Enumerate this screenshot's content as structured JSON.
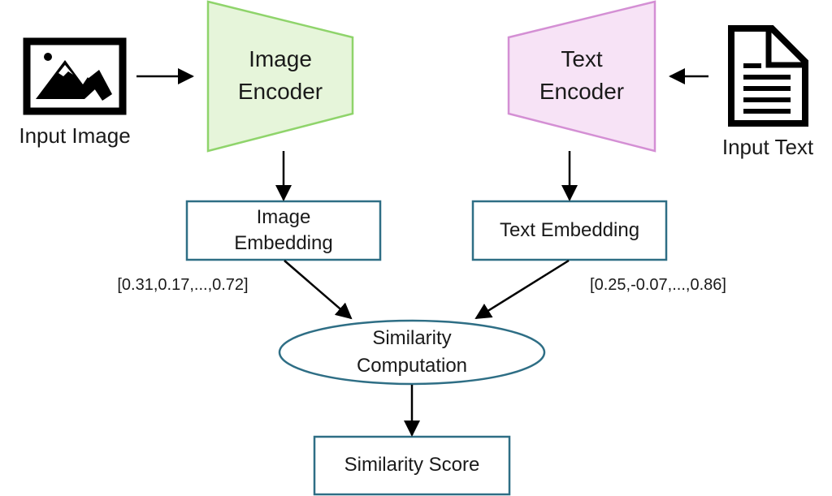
{
  "diagram": {
    "input_image": {
      "icon": "image-icon",
      "label": "Input Image"
    },
    "input_text": {
      "icon": "document-icon",
      "label": "Input Text"
    },
    "image_encoder": {
      "line1": "Image",
      "line2": "Encoder",
      "fill": "#e6f5da",
      "stroke": "#8fd46b"
    },
    "text_encoder": {
      "line1": "Text",
      "line2": "Encoder",
      "fill": "#f7e3f6",
      "stroke": "#d48fd4"
    },
    "image_embedding": {
      "line1": "Image",
      "line2": "Embedding",
      "vector": "[0.31,0.17,...,0.72]"
    },
    "text_embedding": {
      "label": "Text Embedding",
      "vector": "[0.25,-0.07,...,0.86]"
    },
    "similarity": {
      "line1": "Similarity",
      "line2": "Computation"
    },
    "score": {
      "label": "Similarity Score"
    },
    "colors": {
      "box_stroke": "#2e6e85",
      "arrow": "#000000"
    }
  }
}
